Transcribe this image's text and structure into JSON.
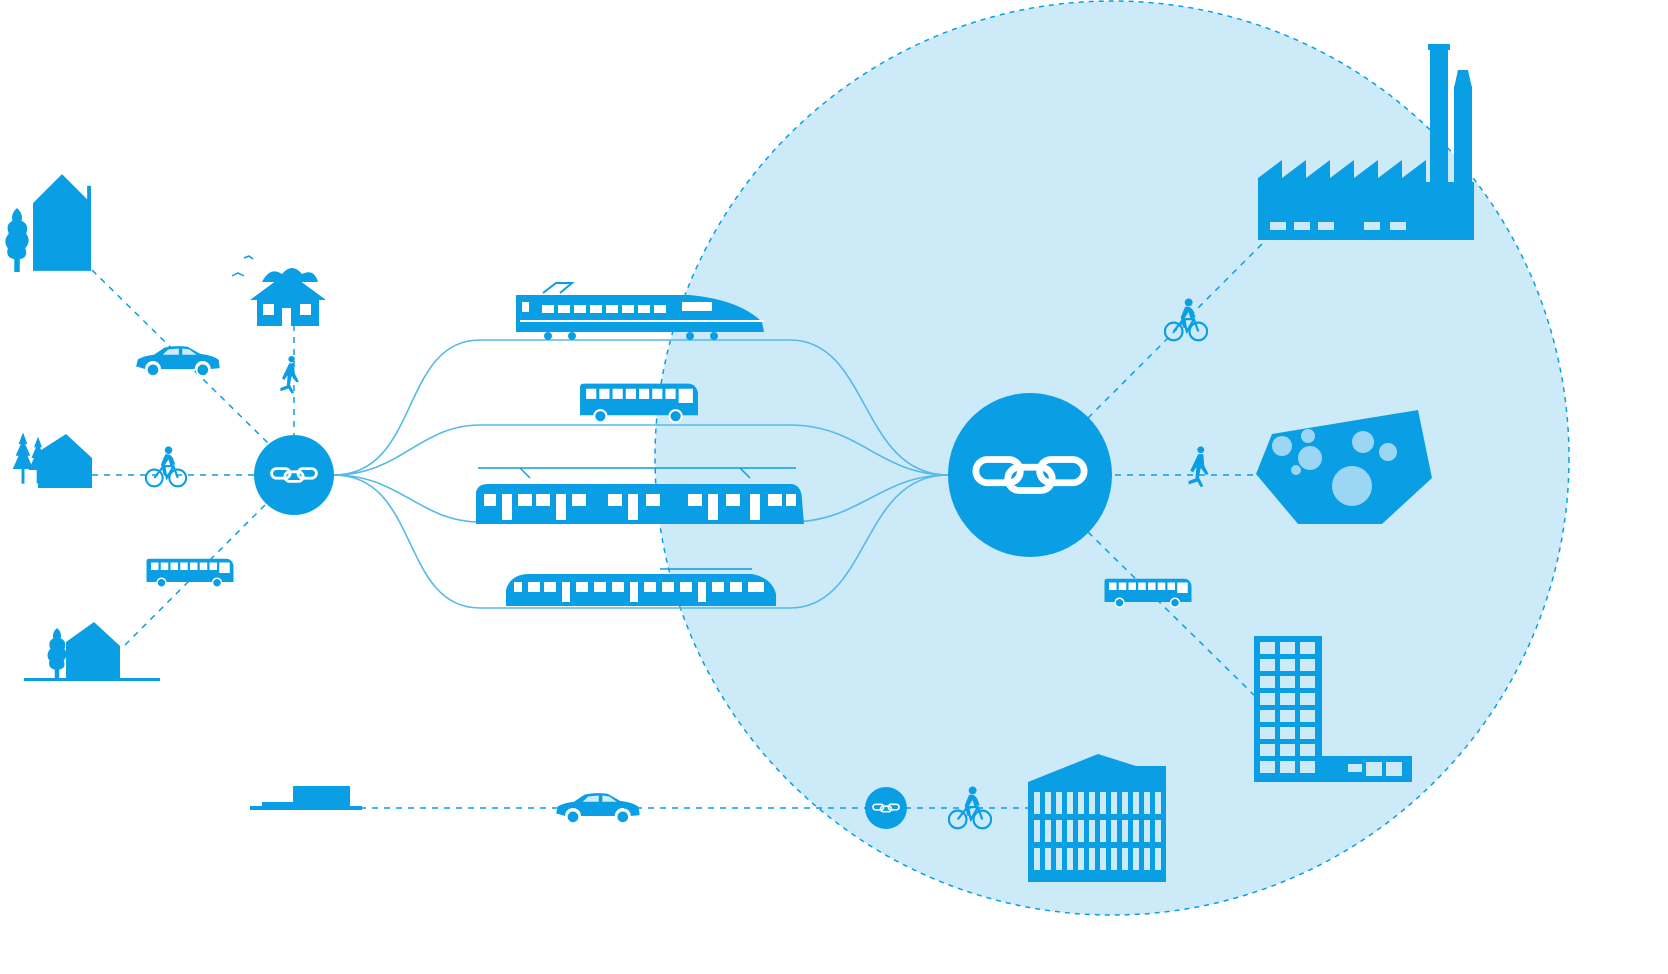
{
  "colors": {
    "primary": "#0a9fe4",
    "zone_fill": "#cdeaf9",
    "zone_stroke": "#0a9fe4",
    "route_line": "#55b9e9",
    "light": "#ffffff",
    "window_light": "#9bd7f4"
  },
  "diagram": {
    "type": "mobility-hub-network",
    "hubs": [
      {
        "name": "residential-hub",
        "icon": "chain-link-icon"
      },
      {
        "name": "city-hub",
        "icon": "chain-link-icon"
      },
      {
        "name": "small-hub",
        "icon": "chain-link-icon"
      }
    ],
    "origins": [
      "house-icon",
      "cabin-icon",
      "green-roof-house-icon",
      "cottage-icon",
      "warehouse-icon"
    ],
    "feeder_modes": [
      "car-icon",
      "cyclist-icon",
      "bus-icon",
      "runner-icon"
    ],
    "trunk_modes": [
      "high-speed-train-icon",
      "coach-bus-icon",
      "tram-icon",
      "commuter-train-icon"
    ],
    "destinations": [
      "factory-icon",
      "arena-icon",
      "office-tower-icon",
      "office-block-icon"
    ]
  }
}
